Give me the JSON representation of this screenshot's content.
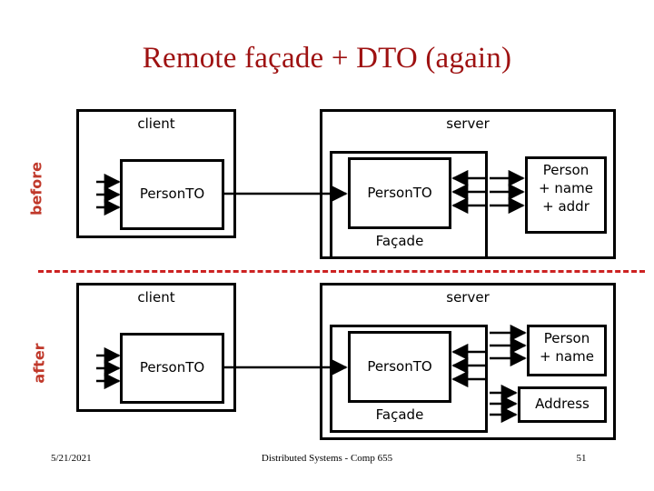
{
  "slide": {
    "title": "Remote façade + DTO (again)",
    "title_color": "#9e1111",
    "accent_color": "#c0392b",
    "divider_color": "#cc2222"
  },
  "sections": {
    "before": {
      "label": "before",
      "client": {
        "zone_title": "client",
        "entity": "PersonTO",
        "incoming_arrow_count": 3
      },
      "server": {
        "zone_title": "server",
        "facade_caption": "Façade",
        "facade_entity": "PersonTO",
        "inbound_arrow_count": 3,
        "outbound_arrow_count": 3,
        "domain_box": {
          "lines": [
            "Person",
            "+ name",
            "+ addr"
          ]
        }
      },
      "link_label": ""
    },
    "after": {
      "label": "after",
      "client": {
        "zone_title": "client",
        "entity": "PersonTO",
        "incoming_arrow_count": 3
      },
      "server": {
        "zone_title": "server",
        "facade_caption": "Façade",
        "facade_entity": "PersonTO",
        "inbound_arrow_count": 3,
        "domain_boxes": [
          {
            "lines": [
              "Person",
              "+ name"
            ],
            "arrow_count": 3
          },
          {
            "lines": [
              "Address"
            ],
            "arrow_count": 3
          }
        ]
      },
      "link_label": ""
    }
  },
  "footer": {
    "date": "5/21/2021",
    "center": "Distributed Systems - Comp 655",
    "page": "51"
  }
}
